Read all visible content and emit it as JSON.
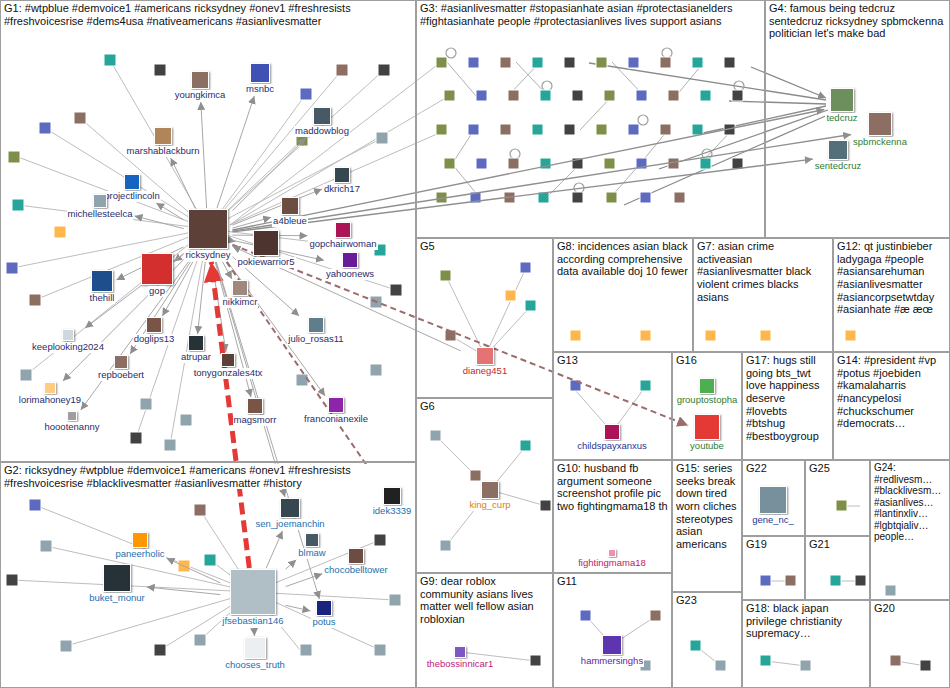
{
  "diagram": {
    "nodes": [
      {
        "text": [
          "G1: #wtpblue #demvoice1 #americans ricksydney #onev1 #freshresists #freshvoicesrise #dems4usa #nativeamericans #asianlivesmatter"
        ]
      },
      {
        "text": [
          "youngkimca"
        ],
        "in": 0
      },
      {
        "text": [
          "msnbc"
        ],
        "in": 0
      },
      {
        "text": [
          "maddowblog"
        ],
        "in": 0
      },
      {
        "text": [
          "marshablackburn"
        ],
        "in": 0
      },
      {
        "text": [
          "projectlincoln"
        ],
        "in": 0
      },
      {
        "text": [
          "dkrich17"
        ],
        "in": 0
      },
      {
        "text": [
          "michellesteelca"
        ],
        "in": 0
      },
      {
        "text": [
          "ricksydney"
        ],
        "in": 0
      },
      {
        "text": [
          "a4bleue"
        ],
        "in": 0
      },
      {
        "text": [
          "pokiewarrior5"
        ],
        "in": 0
      },
      {
        "text": [
          "gopchairwoman"
        ],
        "in": 0
      },
      {
        "text": [
          "yahoonews"
        ],
        "in": 0
      },
      {
        "text": [
          "gop"
        ],
        "in": 0
      },
      {
        "text": [
          "thehill"
        ],
        "in": 0
      },
      {
        "text": [
          "nikkimcr"
        ],
        "in": 0
      },
      {
        "text": [
          "doglips13"
        ],
        "in": 0
      },
      {
        "text": [
          "keeplooking2024"
        ],
        "in": 0
      },
      {
        "text": [
          "julio_rosas11"
        ],
        "in": 0
      },
      {
        "text": [
          "repboebert"
        ],
        "in": 0
      },
      {
        "text": [
          "atrupar"
        ],
        "in": 0
      },
      {
        "text": [
          "tonygonzales4tx"
        ],
        "in": 0
      },
      {
        "text": [
          "lorimahoney19"
        ],
        "in": 0
      },
      {
        "text": [
          "hoootenanny"
        ],
        "in": 0
      },
      {
        "text": [
          "magsmorr"
        ],
        "in": 0
      },
      {
        "text": [
          "franconianexile"
        ],
        "in": 0
      },
      {
        "text": [
          "G3: #asianlivesmatter #stopasianhate asian #protectasianelders #fightasianhate people #protectasianlives lives support asians"
        ]
      },
      {
        "text": [
          "G4: famous being tedcruz sentedcruz ricksydney spbmckenna politician let's make bad"
        ]
      },
      {
        "text": [
          "tedcruz"
        ],
        "in": 27
      },
      {
        "text": [
          "spbmckenna"
        ],
        "in": 27
      },
      {
        "text": [
          "sentedcruz"
        ],
        "in": 27
      },
      {
        "text": [
          "G2: ricksydney #wtpblue #demvoice1 #americans #onev1 #freshresists #freshvoicesrise #blacklivesmatter #asianlivesmatter #history"
        ]
      },
      {
        "text": [
          "idek3339"
        ],
        "in": 31
      },
      {
        "text": [
          "paneerholic"
        ],
        "in": 31
      },
      {
        "text": [
          "sen_joemanchin"
        ],
        "in": 31
      },
      {
        "text": [
          "blmaw"
        ],
        "in": 31
      },
      {
        "text": [
          "chocobelltower"
        ],
        "in": 31
      },
      {
        "text": [
          "buket_monur"
        ],
        "in": 31
      },
      {
        "text": [
          "jfsebastian146"
        ],
        "in": 31
      },
      {
        "text": [
          "potus"
        ],
        "in": 31
      },
      {
        "text": [
          "chooses_truth"
        ],
        "in": 31
      },
      {
        "text": [
          "G5"
        ]
      },
      {
        "text": [
          "dianeg451"
        ],
        "in": 41
      },
      {
        "text": [
          "G8: incidences asian black according comprehensive data available doj 10 fewer"
        ]
      },
      {
        "text": [
          "G7: asian crime activeasian #asianlivesmatter black violent crimes blacks asians"
        ]
      },
      {
        "text": [
          "G12: qt justinbieber ladygaga #people #asiansarehuman #asianlivesmatter #asiancorpsetwtday #asianhate #æ æœ"
        ]
      },
      {
        "text": [
          "G13"
        ]
      },
      {
        "text": [
          "childspayxanxus"
        ],
        "in": 46
      },
      {
        "text": [
          "G16"
        ]
      },
      {
        "text": [
          "grouptostopha"
        ],
        "in": 48
      },
      {
        "text": [
          "youtube"
        ],
        "in": 48
      },
      {
        "text": [
          "G17: hugs still going bts_twt love happiness deserve #lovebts #btshug #bestboygroup"
        ]
      },
      {
        "text": [
          "G14: #president #vp #potus #joebiden #kamalaharris #nancypelosi #chuckschumer #democrats…"
        ]
      },
      {
        "text": [
          "G6"
        ]
      },
      {
        "text": [
          "king_curp"
        ],
        "in": 53
      },
      {
        "text": [
          "G10: husband fb argument someone screenshot profile pic two fightingmama18 th"
        ]
      },
      {
        "text": [
          "fightingmama18"
        ],
        "in": 55
      },
      {
        "text": [
          "G15: series seeks break down tired worn cliches stereotypes asian americans"
        ]
      },
      {
        "text": [
          "G22"
        ]
      },
      {
        "text": [
          "gene_nc_"
        ],
        "in": 58
      },
      {
        "text": [
          "G25"
        ]
      },
      {
        "text": [
          "G24: #redlivesm… #blacklivesm… #asianlives… #lantinxliv… #lgbtqialiv… people…"
        ]
      },
      {
        "text": [
          "G19"
        ]
      },
      {
        "text": [
          "G21"
        ]
      },
      {
        "text": [
          "G9: dear roblox community asians lives matter well fellow asian robloxian"
        ]
      },
      {
        "text": [
          "thebossinnicar1"
        ],
        "in": 64
      },
      {
        "text": [
          "G11"
        ]
      },
      {
        "text": [
          "hammersinghs"
        ],
        "in": 66
      },
      {
        "text": [
          "G23"
        ]
      },
      {
        "text": [
          "G18: black japan privilege christianity supremacy…"
        ]
      },
      {
        "text": [
          "G20"
        ]
      }
    ],
    "edges": [
      {
        "from": 8,
        "to": 1,
        "arrow": "to"
      },
      {
        "from": 8,
        "to": 2,
        "arrow": "to"
      },
      {
        "from": 8,
        "to": 3,
        "arrow": "to"
      },
      {
        "from": 8,
        "to": 4,
        "arrow": "to"
      },
      {
        "from": 8,
        "to": 5,
        "arrow": "to"
      },
      {
        "from": 8,
        "to": 6,
        "arrow": "to"
      },
      {
        "from": 8,
        "to": 7,
        "arrow": "to"
      },
      {
        "from": 8,
        "to": 9,
        "arrow": "to"
      },
      {
        "from": 8,
        "to": 10,
        "arrow": "to"
      },
      {
        "from": 8,
        "to": 11,
        "arrow": "to"
      },
      {
        "from": 8,
        "to": 12,
        "arrow": "to"
      },
      {
        "from": 8,
        "to": 13,
        "arrow": "to"
      },
      {
        "from": 8,
        "to": 14,
        "arrow": "to"
      },
      {
        "from": 8,
        "to": 15,
        "arrow": "to"
      },
      {
        "from": 8,
        "to": 16,
        "arrow": "to"
      },
      {
        "from": 8,
        "to": 17,
        "arrow": "to"
      },
      {
        "from": 8,
        "to": 18,
        "arrow": "to"
      },
      {
        "from": 8,
        "to": 19,
        "arrow": "to"
      },
      {
        "from": 8,
        "to": 20,
        "arrow": "to"
      },
      {
        "from": 8,
        "to": 21,
        "arrow": "to"
      },
      {
        "from": 8,
        "to": 22,
        "arrow": "to"
      },
      {
        "from": 8,
        "to": 23,
        "arrow": "to"
      },
      {
        "from": 8,
        "to": 24,
        "arrow": "to"
      },
      {
        "from": 8,
        "to": 25,
        "arrow": "to"
      },
      {
        "from": 38,
        "to": 8,
        "arrow": "to"
      },
      {
        "from": 8,
        "to": 50,
        "arrow": "to"
      },
      {
        "from": 8,
        "to": 32,
        "arrow": "to"
      },
      {
        "from": 8,
        "to": 28,
        "arrow": "to"
      },
      {
        "from": 8,
        "to": 29,
        "arrow": "to"
      },
      {
        "from": 8,
        "to": 30,
        "arrow": "to"
      },
      {
        "from": 42,
        "to": 8,
        "arrow": "to"
      },
      {
        "from": 38,
        "to": 33,
        "arrow": "to"
      },
      {
        "from": 38,
        "to": 34,
        "arrow": "to"
      },
      {
        "from": 38,
        "to": 35,
        "arrow": "to"
      },
      {
        "from": 38,
        "to": 36,
        "arrow": "to"
      },
      {
        "from": 38,
        "to": 37,
        "arrow": "to"
      },
      {
        "from": 38,
        "to": 39,
        "arrow": "to"
      },
      {
        "from": 38,
        "to": 40,
        "arrow": "to"
      },
      {
        "from": 8,
        "to": 34,
        "arrow": "to"
      },
      {
        "from": 8,
        "to": 39,
        "arrow": "to"
      }
    ]
  }
}
